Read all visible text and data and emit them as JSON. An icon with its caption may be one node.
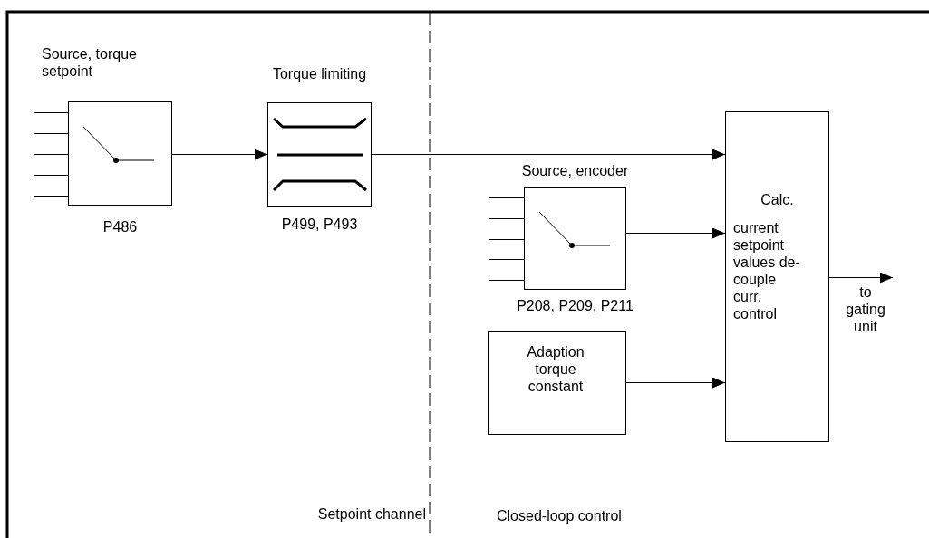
{
  "diagram": {
    "nodes": [
      {
        "text": [
          "Source, torque setpoint"
        ],
        "beside": [
          "P486"
        ]
      },
      {
        "text": [
          "Torque limiting"
        ],
        "beside": [
          "P499, P493"
        ]
      },
      {
        "text": [
          "Source, encoder"
        ],
        "beside": [
          "P208, P209, P211"
        ]
      },
      {
        "text": [
          "Adaption torque constant"
        ]
      },
      {
        "text": [
          "Calc.",
          "current setpoint values de-couple curr. control"
        ]
      },
      {
        "text": [
          "to gating unit"
        ]
      }
    ],
    "edges": [
      {
        "from": 0,
        "to": 1,
        "arrow": "to"
      },
      {
        "from": 1,
        "to": 4,
        "arrow": "to"
      },
      {
        "from": 2,
        "to": 4,
        "arrow": "to"
      },
      {
        "from": 3,
        "to": 4,
        "arrow": "to"
      },
      {
        "from": 4,
        "to": 5,
        "arrow": "to"
      }
    ],
    "labels": [
      "Setpoint channel",
      "Closed-loop control"
    ]
  }
}
